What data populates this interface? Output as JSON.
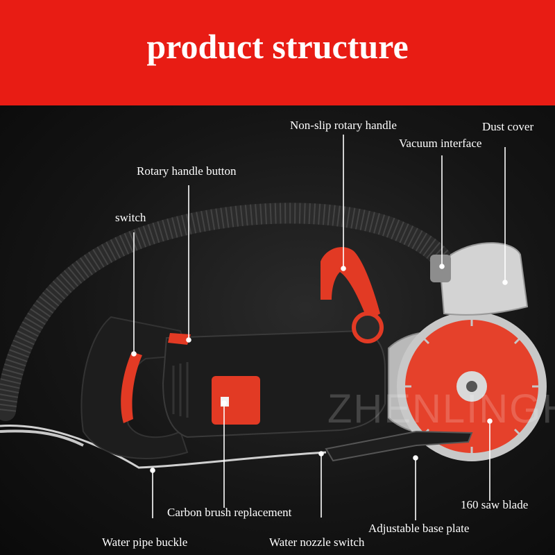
{
  "banner": {
    "title": "product structure"
  },
  "watermark": "ZHENLINGH",
  "labels": {
    "non_slip_rotary_handle": "Non-slip rotary handle",
    "dust_cover": "Dust cover",
    "vacuum_interface": "Vacuum interface",
    "rotary_handle_button": "Rotary handle button",
    "switch": "switch",
    "carbon_brush_replacement": "Carbon brush replacement",
    "saw_blade": "160 saw blade",
    "adjustable_base_plate": "Adjustable base plate",
    "water_pipe_buckle": "Water pipe buckle",
    "water_nozzle_switch": "Water nozzle switch"
  },
  "colors": {
    "banner": "#e81c14",
    "tool_red": "#e23a24",
    "body": "#1c1c1c",
    "guard": "#c9c9c9"
  }
}
